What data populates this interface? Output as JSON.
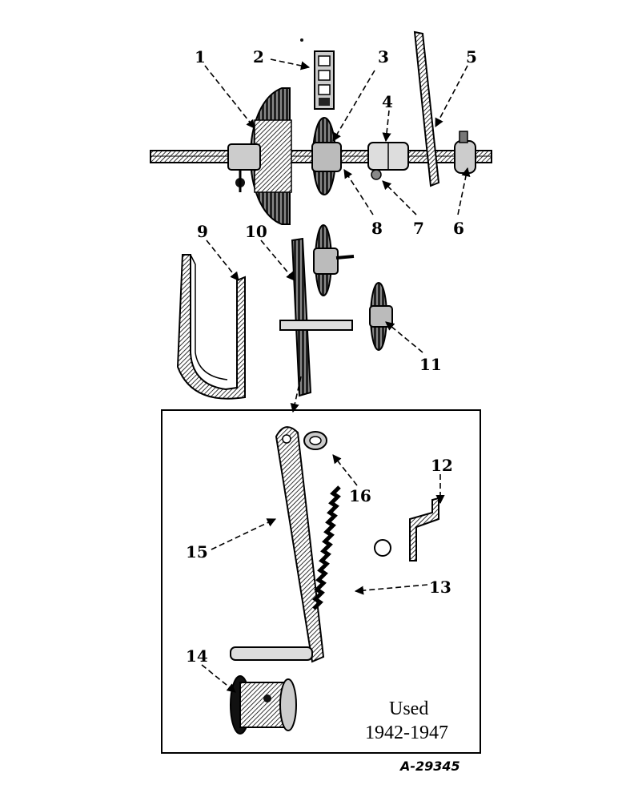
{
  "callouts": [
    "1",
    "2",
    "3",
    "4",
    "5",
    "6",
    "7",
    "8",
    "9",
    "10",
    "11",
    "12",
    "13",
    "14",
    "15",
    "16"
  ],
  "inset_note": {
    "line1": "Used",
    "line2": "1942-1947"
  },
  "reference": "A-29345"
}
